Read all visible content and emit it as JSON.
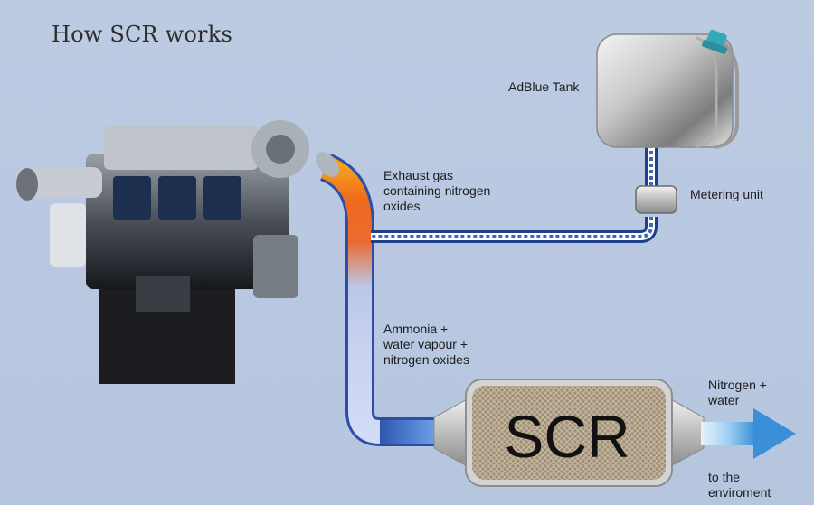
{
  "title": "How SCR works",
  "labels": {
    "adblue_tank": "AdBlue Tank",
    "exhaust_gas": [
      "Exhaust gas",
      "containing nitrogen",
      "oxides"
    ],
    "metering_unit": "Metering unit",
    "ammonia": [
      "Ammonia +",
      "water vapour +",
      "nitrogen oxides"
    ],
    "nitrogen_water": [
      "Nitrogen +",
      "water"
    ],
    "to_environment": [
      "to the",
      "enviroment"
    ],
    "scr": "SCR"
  },
  "colors": {
    "background": "#b8c8e0",
    "hot_pipe": "#f06a1c",
    "cool_pipe": "#5d83c8",
    "adblue_line": "#5a79b6",
    "arrow": "#4fa0dc"
  }
}
